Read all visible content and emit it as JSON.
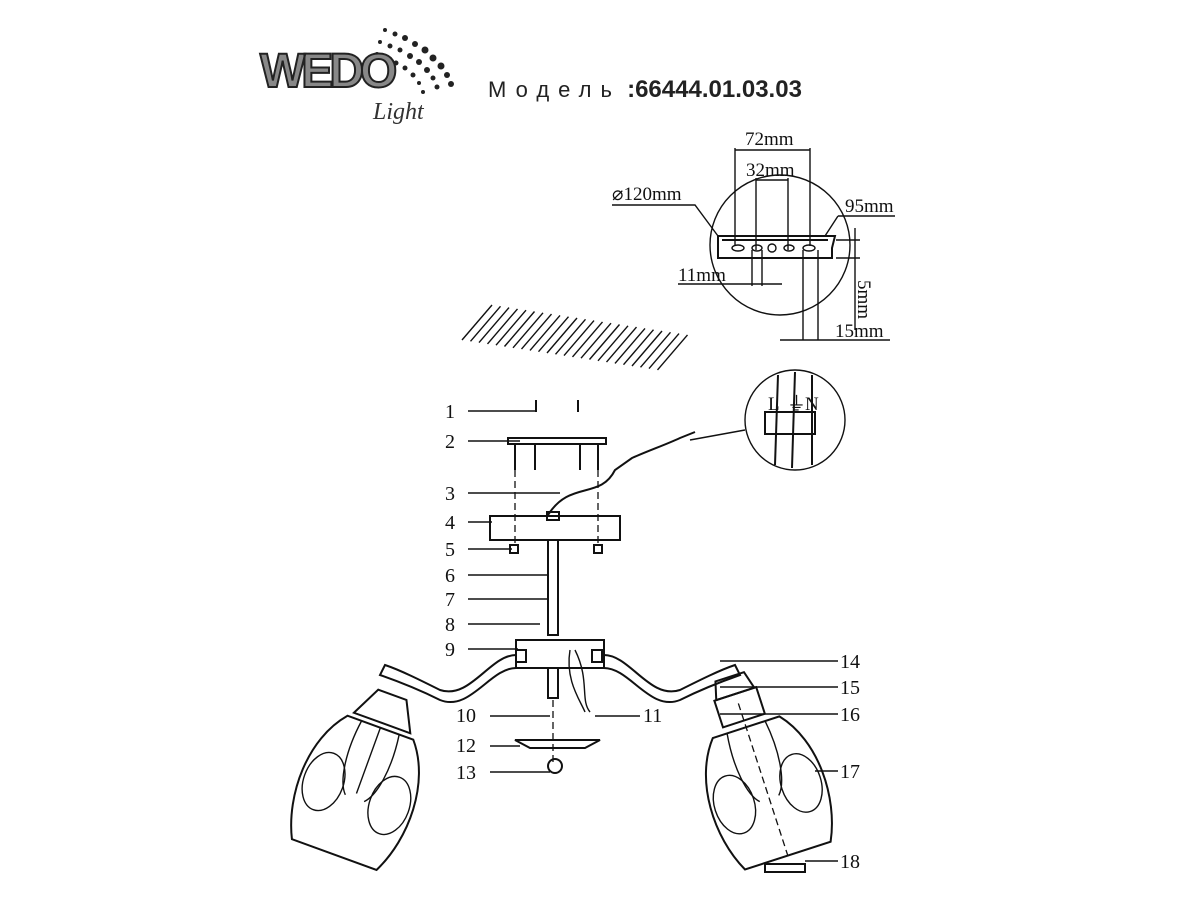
{
  "logo": {
    "brand": "WEDO",
    "sub": "Light"
  },
  "header": {
    "model_label": "Модель",
    "model_number": ":66444.01.03.03"
  },
  "dimensions": {
    "width_72": "72mm",
    "width_32": "32mm",
    "diameter": "⌀120mm",
    "length_95": "95mm",
    "slot_11": "11mm",
    "height_5": "5mm",
    "width_15": "15mm"
  },
  "wiring_labels": [
    "L",
    "⏚",
    "N"
  ],
  "callouts": [
    "1",
    "2",
    "3",
    "4",
    "5",
    "6",
    "7",
    "8",
    "9",
    "10",
    "11",
    "12",
    "13",
    "14",
    "15",
    "16",
    "17",
    "18"
  ]
}
